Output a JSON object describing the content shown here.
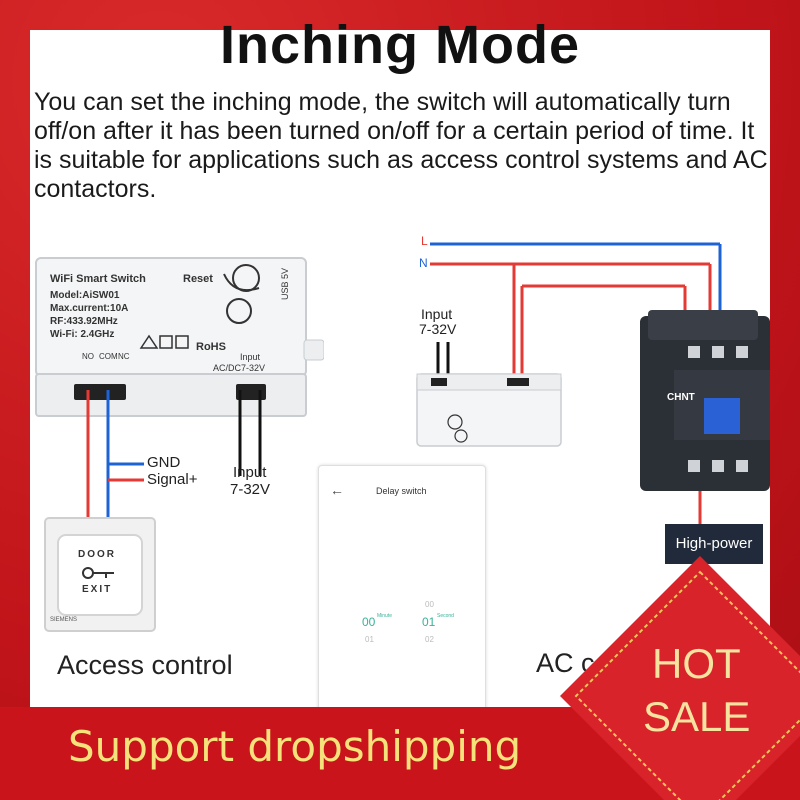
{
  "title": "Inching Mode",
  "description": "You can set the inching mode, the switch will automatically turn off/on after it has been turned on/off for a certain period of time. It is suitable for applications such as access control systems and AC contactors.",
  "device": {
    "brand": "WiFi Smart Switch",
    "model": "Model:AiSW01",
    "current": "Max.current:10A",
    "rf": "RF:433.92MHz",
    "wifi": "Wi-Fi: 2.4GHz",
    "reset": "Reset",
    "usb": "USB 5V",
    "input_label": "Input",
    "input_range": "AC/DC7-32V",
    "rohs": "RoHS",
    "terminals": [
      "NO",
      "COM",
      "NC"
    ]
  },
  "wiring_left": {
    "gnd": "GND",
    "signal": "Signal+",
    "input": "Input",
    "input_range": "7-32V"
  },
  "wiring_right": {
    "line": "L",
    "neutral": "N",
    "input": "Input",
    "input_range": "7-32V",
    "contactor_brand": "CHNT",
    "high_power": "High-power"
  },
  "door_button": {
    "top": "DOOR",
    "bottom": "EXIT",
    "maker": "SIEMENS"
  },
  "phone": {
    "header": "Delay switch",
    "back": "←",
    "minute_value": "00",
    "minute_unit": "Minute",
    "second_value": "01",
    "second_unit": "Second",
    "above": "00",
    "below_left": "01",
    "below_right": "02"
  },
  "captions": {
    "access": "Access control",
    "ac": "AC c"
  },
  "banner": "Support dropshipping",
  "badge": {
    "line1": "HOT",
    "line2": "SALE"
  },
  "colors": {
    "wire_red": "#e53935",
    "wire_blue": "#1e63d6",
    "banner_red": "#c9141b",
    "banner_text": "#f6e27a",
    "badge_red": "#d8232a",
    "badge_text": "#f7e3a0",
    "high_power_bg": "#202a3a",
    "accent_teal": "#3ab29a"
  }
}
